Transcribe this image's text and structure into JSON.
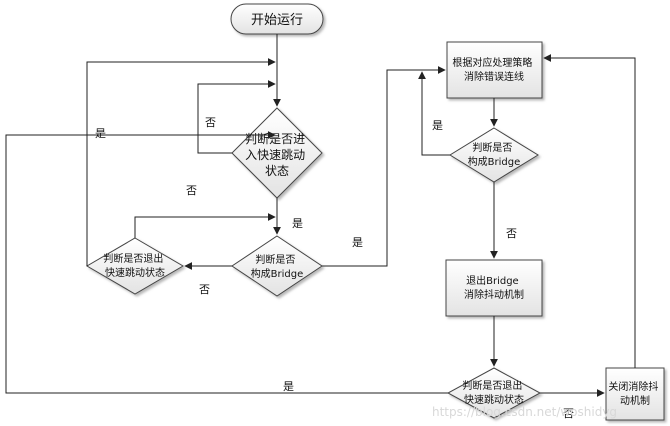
{
  "nodes": {
    "start": {
      "text": "开始运行"
    },
    "judge_enter": {
      "lines": [
        "判断是否进",
        "入快速跳动",
        "状态"
      ]
    },
    "judge_bridge1": {
      "lines": [
        "判断是否",
        "构成Bridge"
      ]
    },
    "judge_exit_left": {
      "lines": [
        "判断是否退出",
        "快速跳动状态"
      ]
    },
    "handle_box": {
      "lines": [
        "根据对应处理策略",
        "消除错误连线"
      ]
    },
    "judge_bridge2": {
      "lines": [
        "判断是否",
        "构成Bridge"
      ]
    },
    "exit_bridge_box": {
      "lines": [
        "退出Bridge",
        "消除抖动机制"
      ]
    },
    "judge_exit_bottom": {
      "lines": [
        "判断是否退出",
        "快速跳动状态"
      ]
    },
    "close_box": {
      "lines": [
        "关闭消除抖",
        "动机制"
      ]
    }
  },
  "edge_labels": {
    "no_enter": "否",
    "yes_left": "是",
    "no_mid": "否",
    "yes_down": "是",
    "yes_bridge1": "是",
    "no_exit_left": "否",
    "yes_bridge2": "是",
    "no_bridge2": "否",
    "yes_bottom": "是",
    "no_bottom": "否"
  },
  "watermark": "https://blog.csdn.net/woshidyg"
}
